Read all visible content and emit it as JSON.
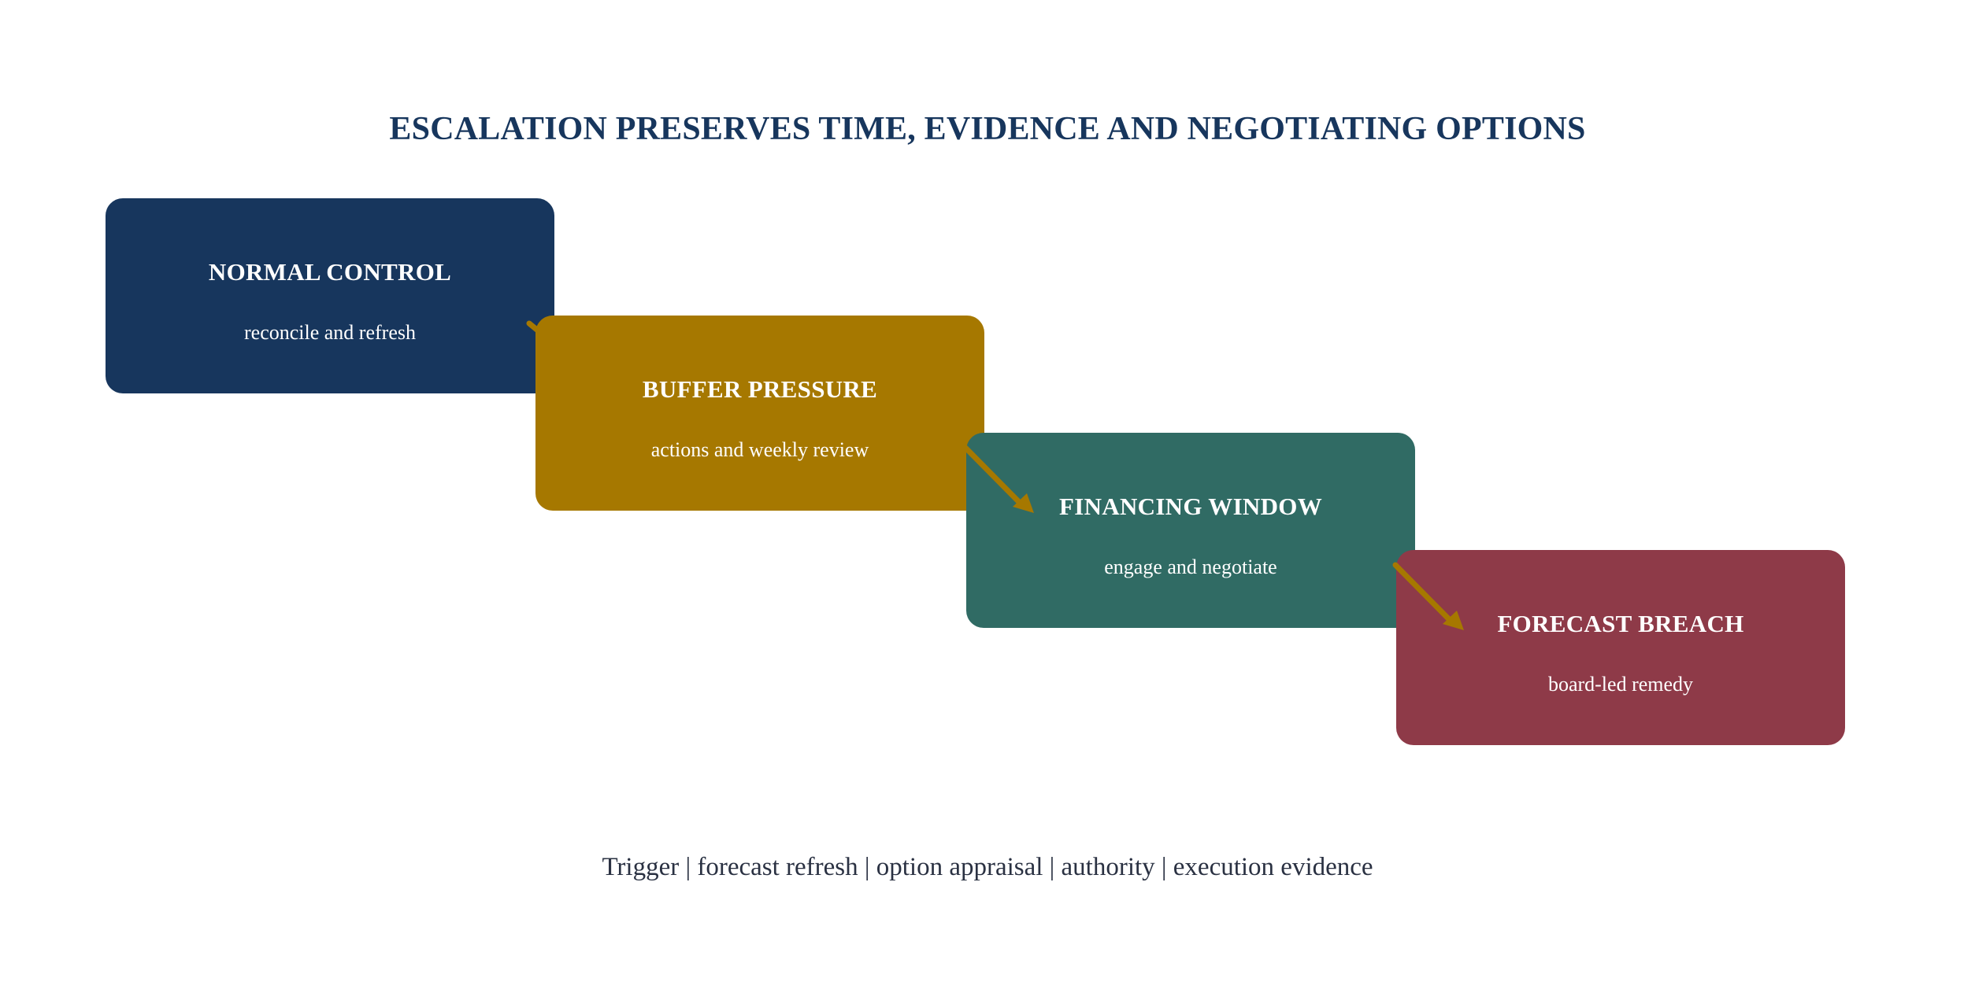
{
  "title": "ESCALATION PRESERVES TIME, EVIDENCE AND NEGOTIATING OPTIONS",
  "stages": [
    {
      "name": "NORMAL CONTROL",
      "description": "reconcile and refresh"
    },
    {
      "name": "BUFFER PRESSURE",
      "description": "actions and weekly review"
    },
    {
      "name": "FINANCING WINDOW",
      "description": "engage and negotiate"
    },
    {
      "name": "FORECAST BREACH",
      "description": "board-led remedy"
    }
  ],
  "footer": "Trigger | forecast refresh | option appraisal | authority | execution evidence",
  "colors": {
    "title": "#17365d",
    "normal_control": "#17365d",
    "buffer_pressure": "#a67800",
    "financing_window": "#306b64",
    "forecast_breach": "#8e3a48",
    "arrow": "#a67800",
    "footer_text": "#2a3142"
  }
}
